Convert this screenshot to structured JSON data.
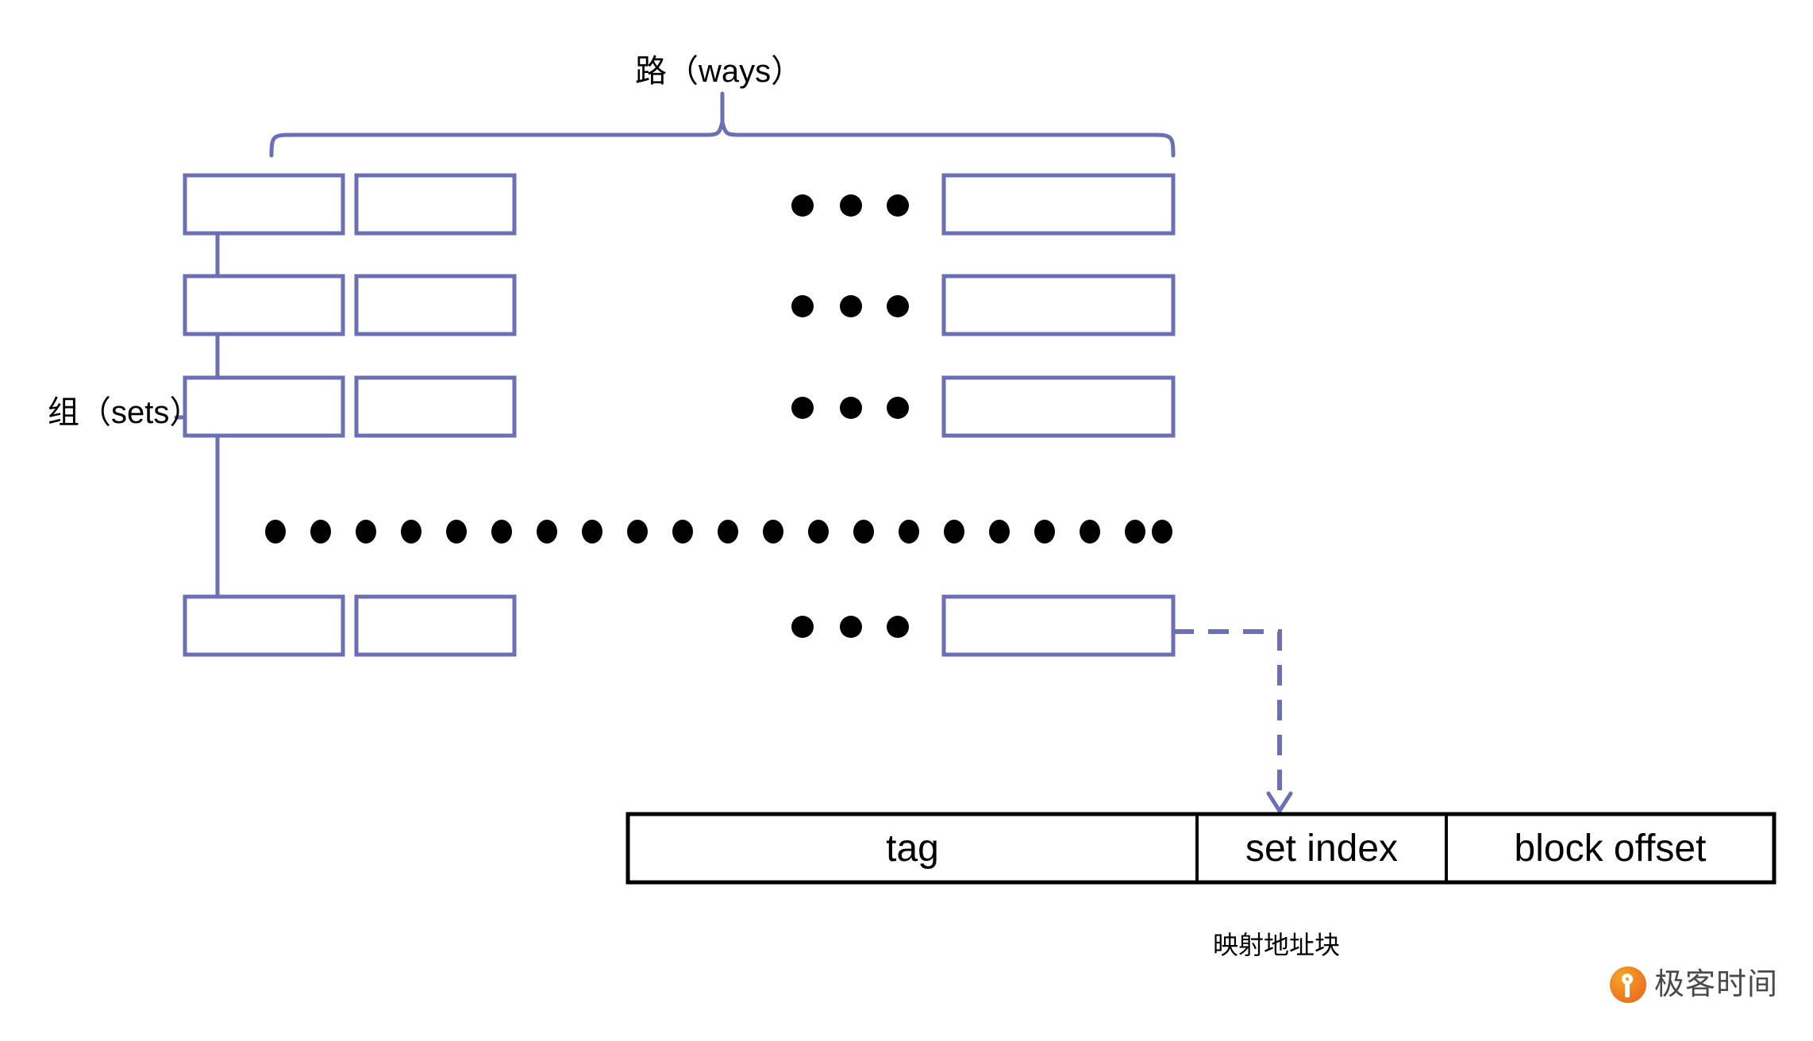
{
  "diagram": {
    "title_top": "路（ways）",
    "title_left": "组（sets）",
    "caption": "映射地址块",
    "colors": {
      "cell_border": "#6b6fb5",
      "brace": "#6b6fb5",
      "dashed_arrow": "#6b6fb5",
      "dot": "#000000",
      "address_block_border": "#000000",
      "background": "#ffffff",
      "logo_orange": "#ef7d22",
      "logo_text": "#4a4a4a"
    },
    "cache_grid": {
      "rows": 4,
      "columns_shown": 3,
      "ellipsis_between_columns": "• • •",
      "ellipsis_between_rows": "• • • • • • • • • • • • • • • • • • • • •",
      "cells": [
        [
          "",
          "",
          ""
        ],
        [
          "",
          "",
          ""
        ],
        [
          "",
          "",
          ""
        ],
        [
          "",
          "",
          ""
        ]
      ]
    },
    "address_block": {
      "fields": [
        {
          "label": "tag"
        },
        {
          "label": "set index"
        },
        {
          "label": "block offset"
        }
      ]
    },
    "watermark": {
      "text": "极客时间",
      "icon": "geektime-logo-icon"
    }
  }
}
